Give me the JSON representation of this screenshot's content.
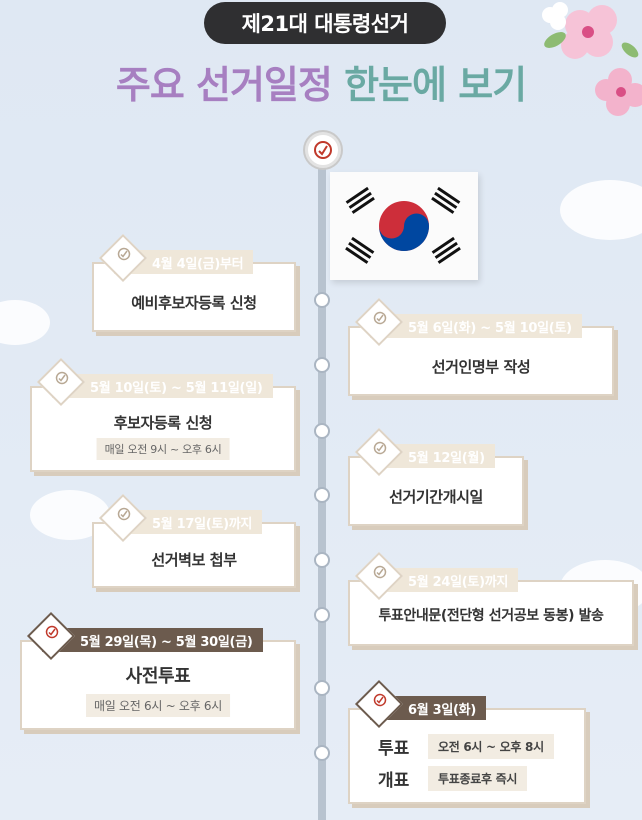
{
  "header": {
    "badge": "제21대 대통령선거",
    "title_part1": "주요 선거일정",
    "title_part2": "한눈에 보기"
  },
  "colors": {
    "title_purple": "#a77fc1",
    "title_teal": "#6aa9a3",
    "tag_light": "#efe7d9",
    "tag_dark": "#6c5b4e",
    "badge_bg": "#2f2f31"
  },
  "events": [
    {
      "date": "4월 4일(금)부터",
      "title": "예비후보자등록 신청"
    },
    {
      "date": "5월 6일(화) ~ 5월 10일(토)",
      "title": "선거인명부 작성"
    },
    {
      "date": "5월 10일(토) ~ 5월 11일(일)",
      "title": "후보자등록 신청",
      "note": "매일 오전 9시 ~ 오후 6시"
    },
    {
      "date": "5월 12일(월)",
      "title": "선거기간개시일"
    },
    {
      "date": "5월 17일(토)까지",
      "title": "선거벽보 첩부"
    },
    {
      "date": "5월 24일(토)까지",
      "title": "투표안내문(전단형 선거공보 동봉) 발송"
    },
    {
      "date": "5월 29일(목) ~ 5월 30일(금)",
      "title": "사전투표",
      "note": "매일 오전 6시 ~ 오후 6시"
    },
    {
      "date": "6월 3일(화)",
      "rows": [
        {
          "label": "투표",
          "time": "오전 6시 ~ 오후 8시"
        },
        {
          "label": "개표",
          "time": "투표종료후 즉시"
        }
      ]
    }
  ],
  "icons": {
    "pole_top": "ballot-mark-icon",
    "flag": "taegukgi-icon",
    "decoration": "flower-icon"
  }
}
